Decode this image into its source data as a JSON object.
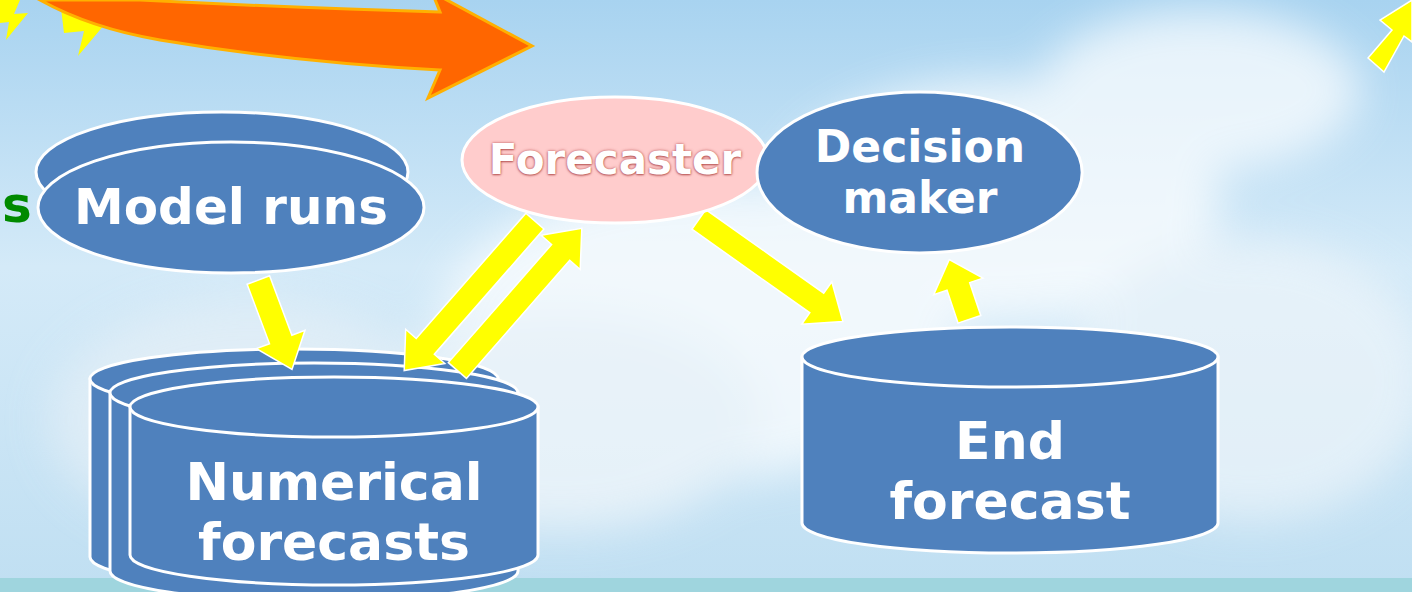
{
  "diagram": {
    "nodes": [
      {
        "text": [
          "Model runs"
        ]
      },
      {
        "text": [
          "Forecaster"
        ]
      },
      {
        "text": [
          "Decision maker"
        ]
      },
      {
        "text": [
          "Numerical forecasts"
        ]
      },
      {
        "text": [
          "End forecast"
        ]
      }
    ],
    "edges": [
      {
        "from": 0,
        "to": 3,
        "arrow": "to"
      },
      {
        "from": 3,
        "to": 1,
        "arrow": "to"
      },
      {
        "from": 1,
        "to": 3,
        "arrow": "to"
      },
      {
        "from": 1,
        "to": 4,
        "arrow": "to"
      },
      {
        "from": 4,
        "to": 2,
        "arrow": "to"
      }
    ],
    "labels": [
      "s"
    ]
  }
}
